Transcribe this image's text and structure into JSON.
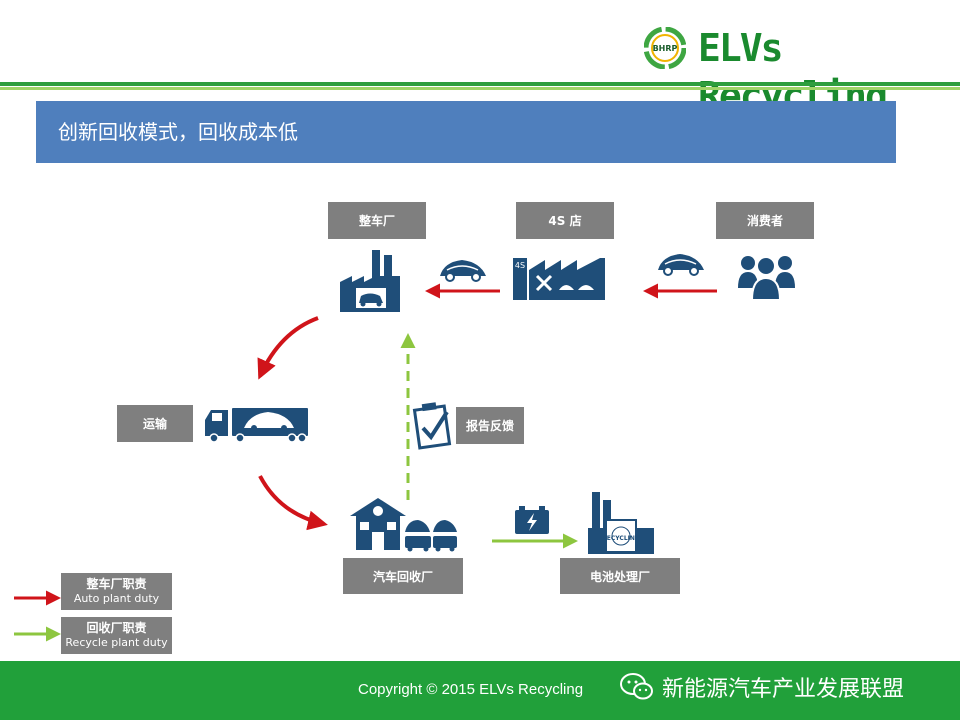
{
  "header": {
    "logo_text": "ELVs  Recycling",
    "logo_badge": "BHRP"
  },
  "title": "创新回收模式，回收成本低",
  "nodes": {
    "oem": "整车厂",
    "dealer": "4S 店",
    "consumer": "消费者",
    "transport": "运输",
    "report": "报告反馈",
    "recycler": "汽车回收厂",
    "battery": "电池处理厂"
  },
  "factory_labels": {
    "dealer_sign": "4S",
    "recycling_sign": "RECYCLING"
  },
  "legend": [
    {
      "title": "整车厂职责",
      "subtitle": "Auto plant duty",
      "color": "#d0141a"
    },
    {
      "title": "回收厂职责",
      "subtitle": "Recycle plant duty",
      "color": "#8dc63f"
    }
  ],
  "colors": {
    "red": "#d0141a",
    "green": "#8dc63f",
    "icon": "#1f4e79",
    "title_bar": "#4f7fbd",
    "footer": "#21a03a"
  },
  "footer": {
    "copyright": "Copyright © 2015 ELVs Recycling",
    "wechat": "新能源汽车产业发展联盟"
  }
}
